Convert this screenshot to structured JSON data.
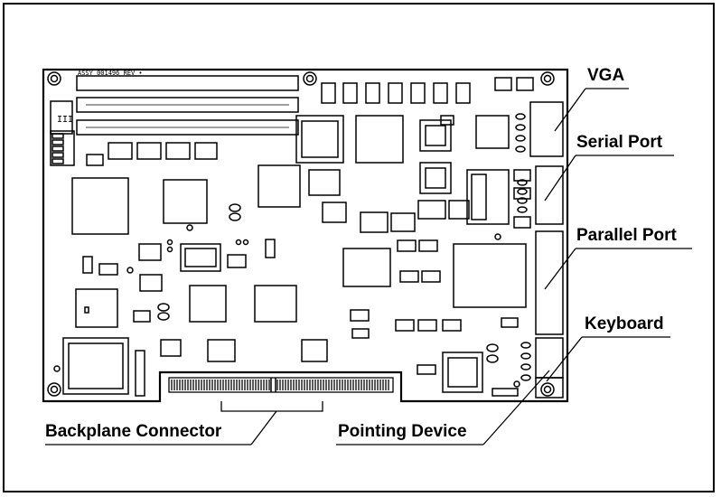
{
  "diagram": {
    "board_silkscreen": "ASSY 001496 REV •",
    "jumper_label": "III",
    "callouts": {
      "vga": "VGA",
      "serial_port": "Serial Port",
      "parallel_port": "Parallel Port",
      "keyboard": "Keyboard",
      "pointing_device": "Pointing Device",
      "backplane_connector": "Backplane Connector"
    }
  }
}
